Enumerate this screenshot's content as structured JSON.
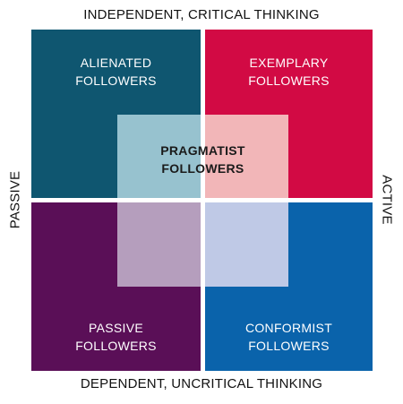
{
  "axes": {
    "top": "INDEPENDENT, CRITICAL THINKING",
    "bottom": "DEPENDENT, UNCRITICAL THINKING",
    "left": "PASSIVE",
    "right": "ACTIVE"
  },
  "quadrants": {
    "top_left": {
      "label": "ALIENATED\nFOLLOWERS",
      "color": "#0f5670"
    },
    "top_right": {
      "label": "EXEMPLARY\nFOLLOWERS",
      "color": "#d20a44"
    },
    "bottom_left": {
      "label": "PASSIVE\nFOLLOWERS",
      "color": "#5a0f57"
    },
    "bottom_right": {
      "label": "CONFORMIST\nFOLLOWERS",
      "color": "#0a63ab"
    }
  },
  "center": {
    "label": "PRAGMATIST\nFOLLOWERS",
    "colors": {
      "top_left": "#97c2cf",
      "top_right": "#f2b6b8",
      "bottom_left": "#b59ebd",
      "bottom_right": "#bfc9e6"
    }
  }
}
